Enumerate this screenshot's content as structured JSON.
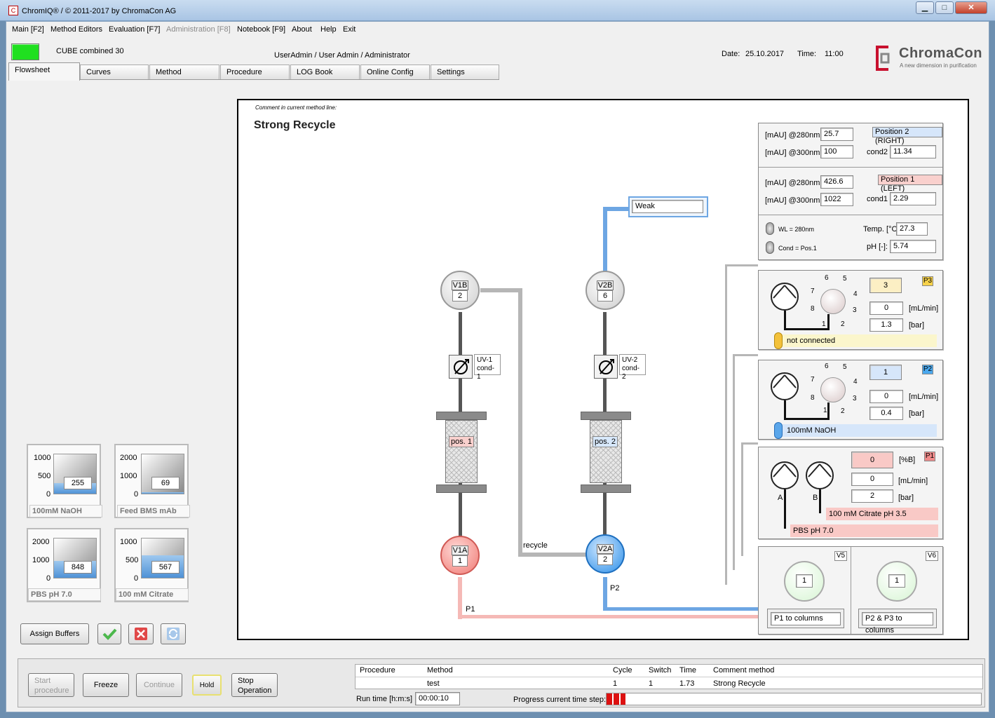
{
  "window": {
    "title": "ChromIQ®  / © 2011-2017 by ChromaCon AG",
    "app_icon": "C",
    "min_label": "▁",
    "max_label": "□",
    "close_label": "✕"
  },
  "menu": [
    "Main [F2]",
    "Method Editors",
    "Evaluation [F7]",
    "Administration [F8]",
    "Notebook [F9]",
    "About",
    "Help",
    "Exit"
  ],
  "header": {
    "device": "CUBE combined 30",
    "user": "UserAdmin / User Admin / Administrator",
    "date_label": "Date:",
    "date": "25.10.2017",
    "time_label": "Time:",
    "time": "11:00",
    "logo_name": "ChromaCon",
    "logo_tagline": "A new dimension in purification",
    "status_color": "#20e020"
  },
  "tabs": [
    "Flowsheet",
    "Curves",
    "Method",
    "Procedure",
    "LOG Book",
    "Online Config",
    "Settings"
  ],
  "flowsheet": {
    "comment_label": "Comment in current method line:",
    "method_title": "Strong Recycle",
    "weak_box": "Weak",
    "v1b": {
      "name": "V1B",
      "value": "2"
    },
    "v2b": {
      "name": "V2B",
      "value": "6"
    },
    "v1a": {
      "name": "V1A",
      "value": "1"
    },
    "v2a": {
      "name": "V2A",
      "value": "2"
    },
    "uv1": {
      "line1": "UV-1",
      "line2": "cond-1"
    },
    "uv2": {
      "line1": "UV-2",
      "line2": "cond-2"
    },
    "col1": "pos. 1",
    "col2": "pos. 2",
    "recycle_label": "recycle",
    "p1_label": "P1",
    "p2_label": "P2"
  },
  "detectors": {
    "pos2": {
      "uv280_label": "[mAU] @280nm",
      "uv280": "25.7",
      "uv300_label": "[mAU] @300nm",
      "uv300": "100",
      "badge": "Position 2 (RIGHT)",
      "cond_label": "cond2",
      "cond": "11.34"
    },
    "pos1": {
      "uv280_label": "[mAU] @280nm",
      "uv280": "426.6",
      "uv300_label": "[mAU] @300nm",
      "uv300": "1022",
      "badge": "Position 1 (LEFT)",
      "cond_label": "cond1",
      "cond": "2.29"
    },
    "wl_label": "WL = 280nm",
    "cond_pos_label": "Cond = Pos.1",
    "temp_label": "Temp. [°C]:",
    "temp": "27.3",
    "ph_label": "pH [-]:",
    "ph": "5.74"
  },
  "pumps": {
    "p3": {
      "tag": "P3",
      "setpoint": "3",
      "flow": "0",
      "flow_unit": "[mL/min]",
      "pressure": "1.3",
      "pressure_unit": "[bar]",
      "status": "not connected",
      "dial": [
        "6",
        "5",
        "7",
        "4",
        "8",
        "3",
        "1",
        "2"
      ],
      "tag_color": "#f7d24a"
    },
    "p2": {
      "tag": "P2",
      "setpoint": "1",
      "flow": "0",
      "flow_unit": "[mL/min]",
      "pressure": "0.4",
      "pressure_unit": "[bar]",
      "status": "100mM NaOH",
      "dial": [
        "6",
        "5",
        "7",
        "4",
        "8",
        "3",
        "1",
        "2"
      ],
      "tag_color": "#4aa8ee"
    },
    "p1": {
      "tag": "P1",
      "setpoint": "0",
      "setpoint_unit": "[%B]",
      "flow": "0",
      "flow_unit": "[mL/min]",
      "pressure": "2",
      "pressure_unit": "[bar]",
      "label_a": "A",
      "label_b": "B",
      "buffer_b": "100 mM Citrate pH 3.5",
      "buffer_a": "PBS pH 7.0",
      "tag_color": "#f08a8a"
    }
  },
  "outlet_valves": {
    "v5": {
      "tag": "V5",
      "value": "1",
      "label": "P1 to columns"
    },
    "v6": {
      "tag": "V6",
      "value": "1",
      "label": "P2 & P3 to columns"
    }
  },
  "tanks": [
    {
      "name": "100mM NaOH",
      "max": "1000",
      "mid": "500",
      "min": "0",
      "value": "255",
      "fill_fraction": 0.26
    },
    {
      "name": "Feed BMS mAb",
      "max": "2000",
      "mid": "1000",
      "min": "0",
      "value": "69",
      "fill_fraction": 0.04
    },
    {
      "name": "PBS pH 7.0",
      "max": "2000",
      "mid": "1000",
      "min": "0",
      "value": "848",
      "fill_fraction": 0.42
    },
    {
      "name": "100 mM Citrate",
      "max": "1000",
      "mid": "500",
      "min": "0",
      "value": "567",
      "fill_fraction": 0.57
    }
  ],
  "buttons": {
    "assign_buffers": "Assign Buffers",
    "start_line1": "Start",
    "start_line2": "procedure",
    "freeze": "Freeze",
    "continue": "Continue",
    "hold": "Hold",
    "stop_line1": "Stop",
    "stop_line2": "Operation"
  },
  "status_table": {
    "headers": [
      "Procedure",
      "Method",
      "Cycle",
      "Switch",
      "Time",
      "Comment method"
    ],
    "row": [
      "",
      "test",
      "1",
      "1",
      "1.73",
      "Strong Recycle"
    ],
    "runtime_label": "Run time [h:m:s]",
    "runtime": "00:00:10",
    "progress_label": "Progress current time step:",
    "progress_fraction": 0.05
  }
}
